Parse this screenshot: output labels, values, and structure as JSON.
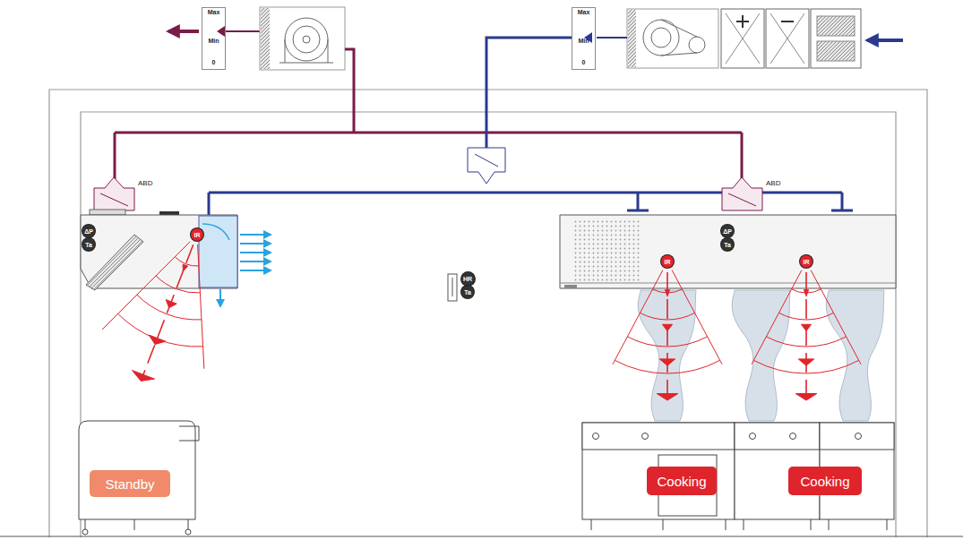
{
  "diagram": {
    "nodes": [
      {
        "text": [
          "Max",
          "Min",
          "0"
        ]
      },
      {
        "text": [
          "Max",
          "Min",
          "0"
        ]
      },
      {
        "text": [
          "ABD"
        ]
      },
      {
        "text": [
          "ABD"
        ]
      },
      {
        "text": [
          "ΔP"
        ]
      },
      {
        "text": [
          "Ta"
        ]
      },
      {
        "text": [
          "IR"
        ]
      },
      {
        "text": [
          "ΔP"
        ]
      },
      {
        "text": [
          "Ta"
        ]
      },
      {
        "text": [
          "IR"
        ]
      },
      {
        "text": [
          "IR"
        ]
      },
      {
        "text": [
          "HR"
        ]
      },
      {
        "text": [
          "Ta"
        ]
      },
      {
        "text": [
          "Standby"
        ]
      },
      {
        "text": [
          "Cooking"
        ]
      },
      {
        "text": [
          "Cooking"
        ]
      }
    ]
  }
}
